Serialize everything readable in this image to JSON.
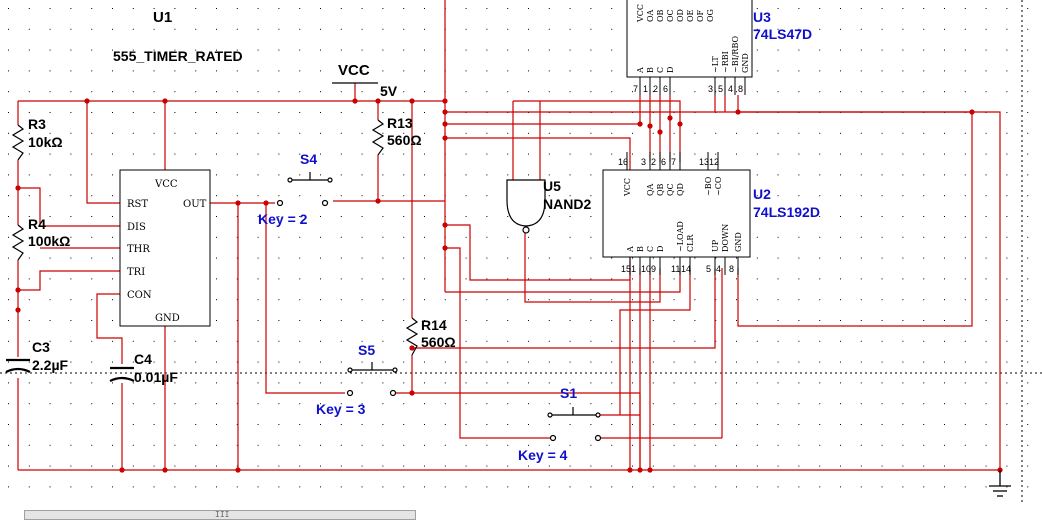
{
  "colors": {
    "wire": "#cc0000",
    "component": "#000000",
    "key_label": "#1010cc",
    "grid": "#000000",
    "background": "#ffffff"
  },
  "u1": {
    "ref": "U1",
    "value": "555_TIMER_RATED",
    "pins": {
      "vcc": "VCC",
      "rst": "RST",
      "out": "OUT",
      "dis": "DIS",
      "thr": "THR",
      "tri": "TRI",
      "con": "CON",
      "gnd": "GND"
    }
  },
  "vcc": {
    "label": "VCC",
    "voltage": "5V"
  },
  "r3": {
    "ref": "R3",
    "value": "10kΩ"
  },
  "r4": {
    "ref": "R4",
    "value": "100kΩ"
  },
  "r13": {
    "ref": "R13",
    "value": "560Ω"
  },
  "r14": {
    "ref": "R14",
    "value": "560Ω"
  },
  "c3": {
    "ref": "C3",
    "value": "2.2µF"
  },
  "c4": {
    "ref": "C4",
    "value": "0.01µF"
  },
  "s4": {
    "ref": "S4",
    "key": "Key = 2"
  },
  "s5": {
    "ref": "S5",
    "key": "Key = 3"
  },
  "s1": {
    "ref": "S1",
    "key": "Key = 4"
  },
  "u5": {
    "ref": "U5",
    "value": "NAND2"
  },
  "u3": {
    "ref": "U3",
    "value": "74LS47D",
    "top_pins": [
      "VCC",
      "OA",
      "OB",
      "OC",
      "OD",
      "OE",
      "OF",
      "OG"
    ],
    "bottom_pins": [
      "A",
      "B",
      "C",
      "D",
      "~LT",
      "~RBI",
      "~BI/RBO",
      "GND"
    ],
    "bottom_pin_numbers": [
      "7",
      "1",
      "2",
      "6",
      "3",
      "5",
      "4",
      "8"
    ]
  },
  "u2": {
    "ref": "U2",
    "value": "74LS192D",
    "top_pins": [
      "VCC",
      "QA",
      "QB",
      "QC",
      "QD",
      "~BO",
      "~CO"
    ],
    "top_pin_numbers": [
      "16",
      "3",
      "2",
      "6",
      "7",
      "13",
      "12"
    ],
    "bottom_pins": [
      "A",
      "B",
      "C",
      "D",
      "~LOAD",
      "CLR",
      "UP",
      "DOWN",
      "GND"
    ],
    "bottom_pin_numbers": [
      "15",
      "1",
      "10",
      "9",
      "11",
      "14",
      "5",
      "4",
      "8"
    ]
  },
  "scrollbar": {
    "grip": "III"
  }
}
